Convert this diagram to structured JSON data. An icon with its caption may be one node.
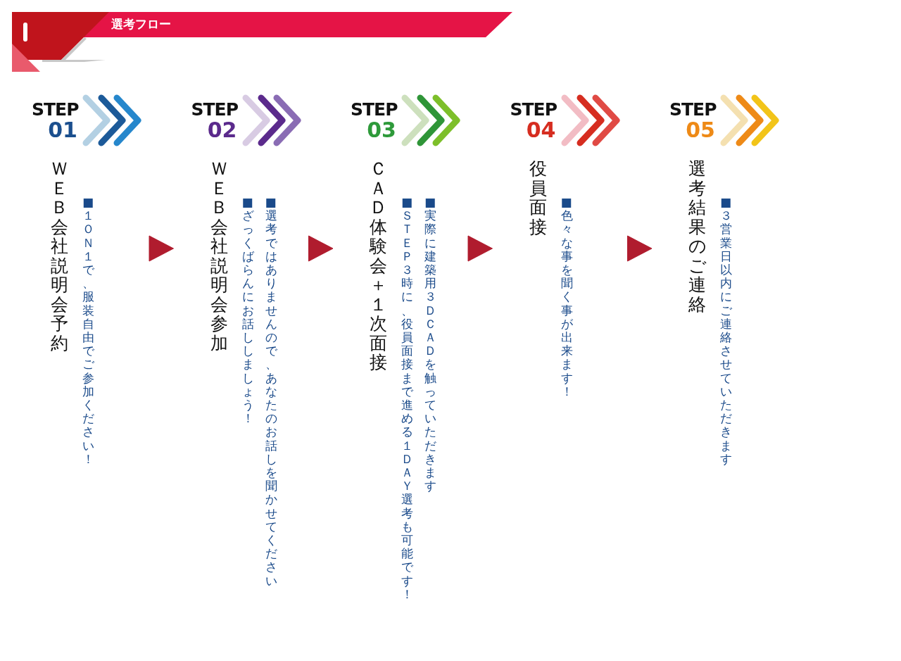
{
  "diagram": {
    "title": "選考フロー",
    "nodes": [
      {
        "text": [
          "STEP",
          "01",
          "ＷＥＢ会社説明会予約",
          "■１ＯＮ１で、服装自由でご参加ください！"
        ]
      },
      {
        "text": [
          "STEP",
          "02",
          "ＷＥＢ会社説明会参加",
          "■選考ではありませんので、あなたのお話しを聞かせてください",
          "■ざっくばらんにお話ししましょう！"
        ]
      },
      {
        "text": [
          "STEP",
          "03",
          "ＣＡＤ体験会＋１次面接",
          "■実際に建築用３ＤＣＡＤを触っていただきます",
          "■ＳＴＥＰ３時に、役員面接まで進める１ＤＡＹ選考も可能です！"
        ]
      },
      {
        "text": [
          "STEP",
          "04",
          "役員面接",
          "■色々な事を聞く事が出来ます！"
        ]
      },
      {
        "text": [
          "STEP",
          "05",
          "選考結果のご連絡",
          "■３営業日以内にご連絡させていただきます"
        ]
      }
    ],
    "edges": [
      {
        "from": 0,
        "to": 1,
        "arrow": "to"
      },
      {
        "from": 1,
        "to": 2,
        "arrow": "to"
      },
      {
        "from": 2,
        "to": 3,
        "arrow": "to"
      },
      {
        "from": 3,
        "to": 4,
        "arrow": "to"
      }
    ]
  }
}
